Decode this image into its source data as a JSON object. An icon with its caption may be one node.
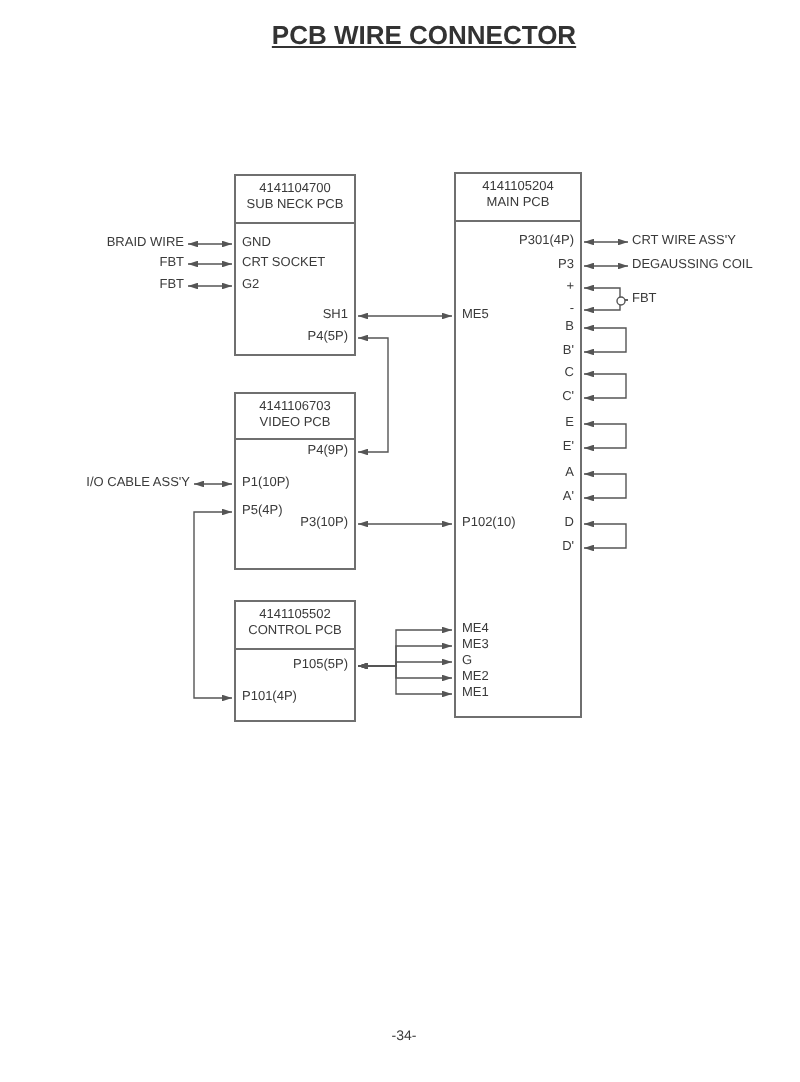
{
  "diagram": {
    "title": "PCB WIRE CONNECTOR",
    "nodes": [
      {
        "text": [
          "4141104700",
          "SUB NECK PCB"
        ]
      },
      {
        "text": [
          "GND"
        ],
        "in": 0
      },
      {
        "text": [
          "CRT SOCKET"
        ],
        "in": 0
      },
      {
        "text": [
          "G2"
        ],
        "in": 0
      },
      {
        "text": [
          "SH1"
        ],
        "in": 0
      },
      {
        "text": [
          "P4(5P)"
        ],
        "in": 0
      },
      {
        "text": [
          "4141105204",
          "MAIN PCB"
        ]
      },
      {
        "text": [
          "P301(4P)"
        ],
        "in": 6
      },
      {
        "text": [
          "P3"
        ],
        "in": 6
      },
      {
        "text": [
          "+"
        ],
        "in": 6
      },
      {
        "text": [
          "-"
        ],
        "in": 6
      },
      {
        "text": [
          "ME5"
        ],
        "in": 6
      },
      {
        "text": [
          "B"
        ],
        "in": 6
      },
      {
        "text": [
          "B'"
        ],
        "in": 6
      },
      {
        "text": [
          "C"
        ],
        "in": 6
      },
      {
        "text": [
          "C'"
        ],
        "in": 6
      },
      {
        "text": [
          "E"
        ],
        "in": 6
      },
      {
        "text": [
          "E'"
        ],
        "in": 6
      },
      {
        "text": [
          "A"
        ],
        "in": 6
      },
      {
        "text": [
          "A'"
        ],
        "in": 6
      },
      {
        "text": [
          "D"
        ],
        "in": 6
      },
      {
        "text": [
          "D'"
        ],
        "in": 6
      },
      {
        "text": [
          "P102(10)"
        ],
        "in": 6
      },
      {
        "text": [
          "ME4"
        ],
        "in": 6
      },
      {
        "text": [
          "ME3"
        ],
        "in": 6
      },
      {
        "text": [
          "G"
        ],
        "in": 6
      },
      {
        "text": [
          "ME2"
        ],
        "in": 6
      },
      {
        "text": [
          "ME1"
        ],
        "in": 6
      },
      {
        "text": [
          "4141106703",
          "VIDEO PCB"
        ]
      },
      {
        "text": [
          "P4(9P)"
        ],
        "in": 28
      },
      {
        "text": [
          "P1(10P)"
        ],
        "in": 28
      },
      {
        "text": [
          "P5(4P)"
        ],
        "in": 28
      },
      {
        "text": [
          "P3(10P)"
        ],
        "in": 28
      },
      {
        "text": [
          "4141105502",
          "CONTROL PCB"
        ]
      },
      {
        "text": [
          "P105(5P)"
        ],
        "in": 33
      },
      {
        "text": [
          "P101(4P)"
        ],
        "in": 33
      },
      {
        "text": [
          "BRAID WIRE"
        ]
      },
      {
        "text": [
          "FBT"
        ]
      },
      {
        "text": [
          "FBT"
        ]
      },
      {
        "text": [
          "I/O CABLE ASS'Y"
        ]
      },
      {
        "text": [
          "CRT WIRE ASS'Y"
        ]
      },
      {
        "text": [
          "DEGAUSSING COIL"
        ]
      },
      {
        "text": [
          "FBT"
        ]
      }
    ],
    "edges": [
      {
        "from": 36,
        "to": 1,
        "arrow": "both"
      },
      {
        "from": 37,
        "to": 2,
        "arrow": "both"
      },
      {
        "from": 38,
        "to": 3,
        "arrow": "both"
      },
      {
        "from": 4,
        "to": 11,
        "arrow": "both"
      },
      {
        "from": 5,
        "to": 29,
        "arrow": "both"
      },
      {
        "from": 7,
        "to": 40,
        "arrow": "both"
      },
      {
        "from": 8,
        "to": 41,
        "arrow": "both"
      },
      {
        "from": 42,
        "to": 9,
        "arrow": "to"
      },
      {
        "from": 42,
        "to": 10,
        "arrow": "to"
      },
      {
        "from": 12,
        "to": 13,
        "arrow": "both"
      },
      {
        "from": 14,
        "to": 15,
        "arrow": "both"
      },
      {
        "from": 16,
        "to": 17,
        "arrow": "both"
      },
      {
        "from": 18,
        "to": 19,
        "arrow": "both"
      },
      {
        "from": 20,
        "to": 21,
        "arrow": "both"
      },
      {
        "from": 39,
        "to": 30,
        "arrow": "both"
      },
      {
        "from": 31,
        "to": 35,
        "arrow": "both"
      },
      {
        "from": 32,
        "to": 22,
        "arrow": "both"
      },
      {
        "from": 34,
        "to": 23,
        "arrow": "both"
      },
      {
        "from": 34,
        "to": 24,
        "arrow": "both"
      },
      {
        "from": 34,
        "to": 25,
        "arrow": "both"
      },
      {
        "from": 34,
        "to": 26,
        "arrow": "both"
      },
      {
        "from": 34,
        "to": 27,
        "arrow": "both"
      }
    ],
    "labels": [
      "-34-"
    ]
  }
}
